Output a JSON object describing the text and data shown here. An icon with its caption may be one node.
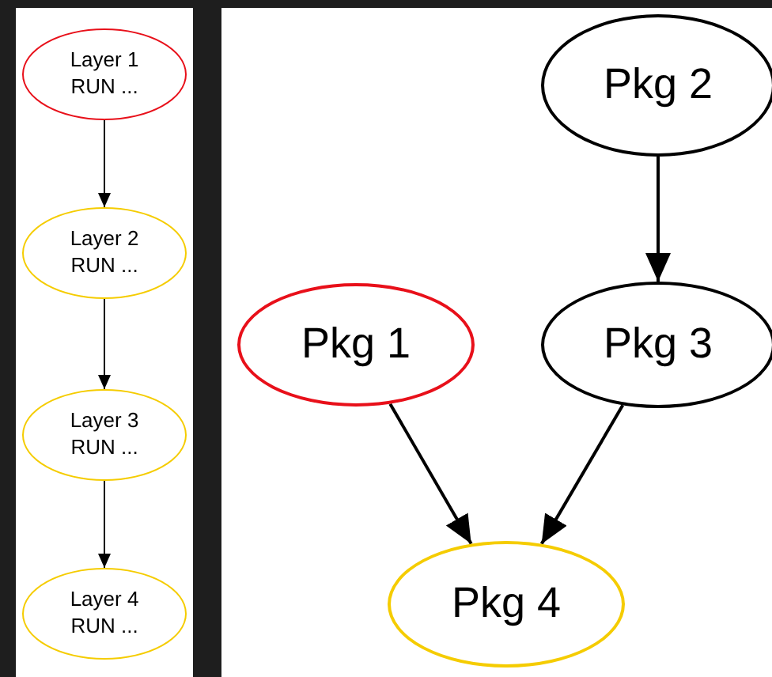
{
  "diagram": {
    "nodes": [
      {
        "text": [
          "Layer 1 RUN ..."
        ]
      },
      {
        "text": [
          "Layer 2 RUN ..."
        ]
      },
      {
        "text": [
          "Layer 3 RUN ..."
        ]
      },
      {
        "text": [
          "Layer 4 RUN ..."
        ]
      },
      {
        "text": [
          "Pkg 2"
        ]
      },
      {
        "text": [
          "Pkg 1"
        ]
      },
      {
        "text": [
          "Pkg 3"
        ]
      },
      {
        "text": [
          "Pkg 4"
        ]
      }
    ],
    "edges": [
      {
        "from": 0,
        "to": 1,
        "arrow": "to"
      },
      {
        "from": 1,
        "to": 2,
        "arrow": "to"
      },
      {
        "from": 2,
        "to": 3,
        "arrow": "to"
      },
      {
        "from": 4,
        "to": 6,
        "arrow": "to"
      },
      {
        "from": 5,
        "to": 7,
        "arrow": "to"
      },
      {
        "from": 6,
        "to": 7,
        "arrow": "to"
      }
    ]
  }
}
